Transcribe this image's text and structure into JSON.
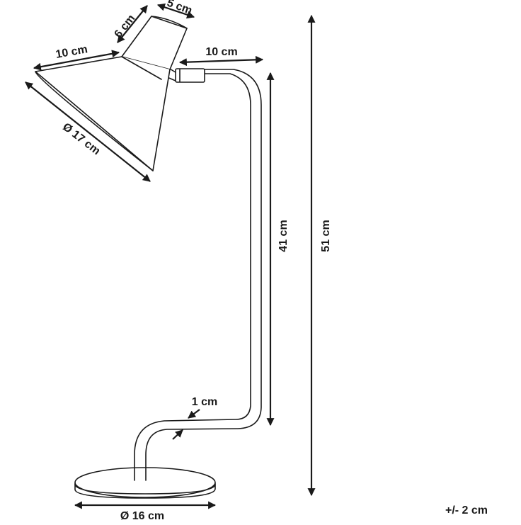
{
  "dimensions": {
    "shade_top_length": "10 cm",
    "shade_neck_height": "6 cm",
    "shade_neck_top": "5 cm",
    "arm_horizontal": "10 cm",
    "shade_diameter": "Ø 17 cm",
    "stem_height": "41 cm",
    "total_height": "51 cm",
    "tube_thickness": "1 cm",
    "base_diameter": "Ø 16 cm",
    "tolerance": "+/- 2 cm"
  },
  "colors": {
    "line": "#1a1a1a",
    "background": "#ffffff"
  }
}
